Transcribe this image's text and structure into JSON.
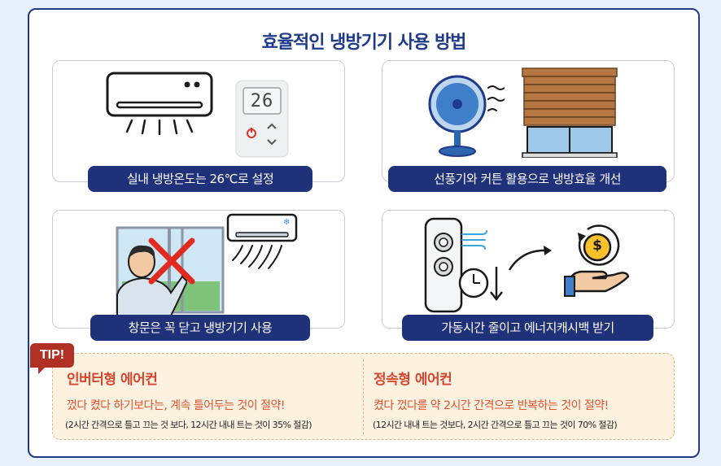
{
  "title": "효율적인 냉방기기 사용 방법",
  "cards": [
    {
      "label": "실내 냉방온도는 26℃로 설정",
      "display": "26"
    },
    {
      "label": "선풍기와 커튼 활용으로 냉방효율 개선"
    },
    {
      "label": "창문은 꼭 닫고 냉방기기 사용"
    },
    {
      "label": "가동시간 줄이고 에너지캐시백 받기",
      "coin_symbol": "$"
    }
  ],
  "tip": {
    "badge": "TIP!",
    "left": {
      "heading": "인버터형 에어컨",
      "text": "껐다 켰다 하기보다는, 계속 틀어두는 것이 절약!",
      "note": "(2시간 간격으로 틀고 끄는 것 보다, 12시간 내내 트는 것이 35% 절감)"
    },
    "right": {
      "heading": "정속형 에어컨",
      "text": "켰다 껐다를 약 2시간 간격으로 반복하는 것이 절약!",
      "note": "(12시간 내내 트는 것보다, 2시간 간격으로 틀고 끄는 것이 70% 절감)"
    }
  },
  "colors": {
    "navy": "#1f3178",
    "title": "#1f3a8a",
    "tip_red": "#b03023",
    "tip_bg": "#fdf1e0",
    "accent_orange": "#e0532f"
  },
  "icons": [
    "air-conditioner-icon",
    "remote-control-icon",
    "power-icon",
    "fan-icon",
    "window-blind-icon",
    "window-icon",
    "person-icon",
    "x-mark-icon",
    "wall-ac-icon",
    "stand-ac-icon",
    "clock-icon",
    "arrow-icon",
    "coin-hand-icon"
  ]
}
